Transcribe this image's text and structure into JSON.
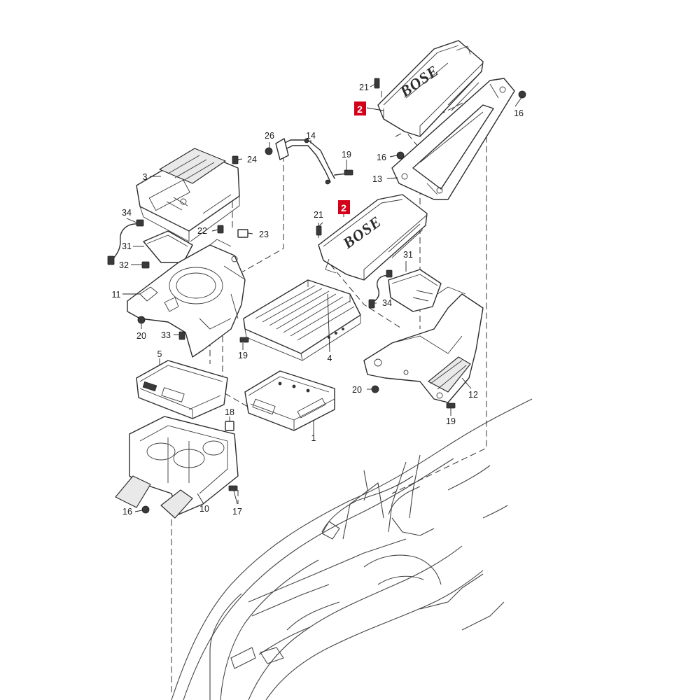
{
  "diagram": {
    "callouts": [
      {
        "id": "c1",
        "text": "1"
      },
      {
        "id": "c2a",
        "text": "2",
        "highlight": true
      },
      {
        "id": "c2b",
        "text": "2",
        "highlight": true
      },
      {
        "id": "c3",
        "text": "3"
      },
      {
        "id": "c4",
        "text": "4"
      },
      {
        "id": "c5",
        "text": "5"
      },
      {
        "id": "c10",
        "text": "10"
      },
      {
        "id": "c11",
        "text": "11"
      },
      {
        "id": "c12",
        "text": "12"
      },
      {
        "id": "c13",
        "text": "13"
      },
      {
        "id": "c14",
        "text": "14"
      },
      {
        "id": "c16a",
        "text": "16"
      },
      {
        "id": "c16b",
        "text": "16"
      },
      {
        "id": "c16c",
        "text": "16"
      },
      {
        "id": "c17",
        "text": "17"
      },
      {
        "id": "c18",
        "text": "18"
      },
      {
        "id": "c19a",
        "text": "19"
      },
      {
        "id": "c19b",
        "text": "19"
      },
      {
        "id": "c19c",
        "text": "19"
      },
      {
        "id": "c20a",
        "text": "20"
      },
      {
        "id": "c20b",
        "text": "20"
      },
      {
        "id": "c21a",
        "text": "21"
      },
      {
        "id": "c21b",
        "text": "21"
      },
      {
        "id": "c22",
        "text": "22"
      },
      {
        "id": "c23",
        "text": "23"
      },
      {
        "id": "c24",
        "text": "24"
      },
      {
        "id": "c26",
        "text": "26"
      },
      {
        "id": "c31a",
        "text": "31"
      },
      {
        "id": "c31b",
        "text": "31"
      },
      {
        "id": "c32",
        "text": "32"
      },
      {
        "id": "c33",
        "text": "33"
      },
      {
        "id": "c34a",
        "text": "34"
      },
      {
        "id": "c34b",
        "text": "34"
      }
    ],
    "amplifier_brand": "BOSE",
    "highlight_color": "#d4001a"
  }
}
